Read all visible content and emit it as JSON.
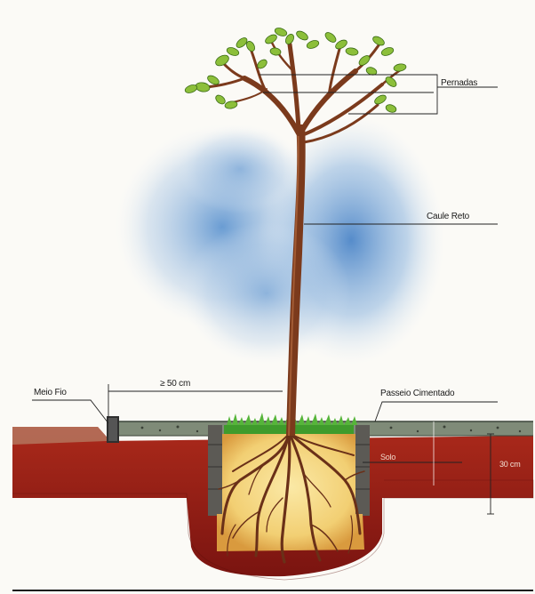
{
  "labels": {
    "pernadas": "Pernadas",
    "caule_reto": "Caule Reto",
    "meio_fio": "Meio Fio",
    "distance": "≥ 50 cm",
    "passeio": "Passeio Cimentado",
    "solo": "Solo",
    "depth": "30 cm"
  },
  "colors": {
    "sky": "#5f93cc",
    "trunk": "#7b3a1c",
    "leaves": "#8cbf3a",
    "grass": "#3f9b2c",
    "soil": "#8e1c14",
    "pit_fill": "#f4d889",
    "sidewalk": "#7f8b78",
    "roots": "#6a3018"
  },
  "icons": [
    "tree-illustration",
    "roots-illustration",
    "grass-tuft",
    "soil-layer"
  ]
}
